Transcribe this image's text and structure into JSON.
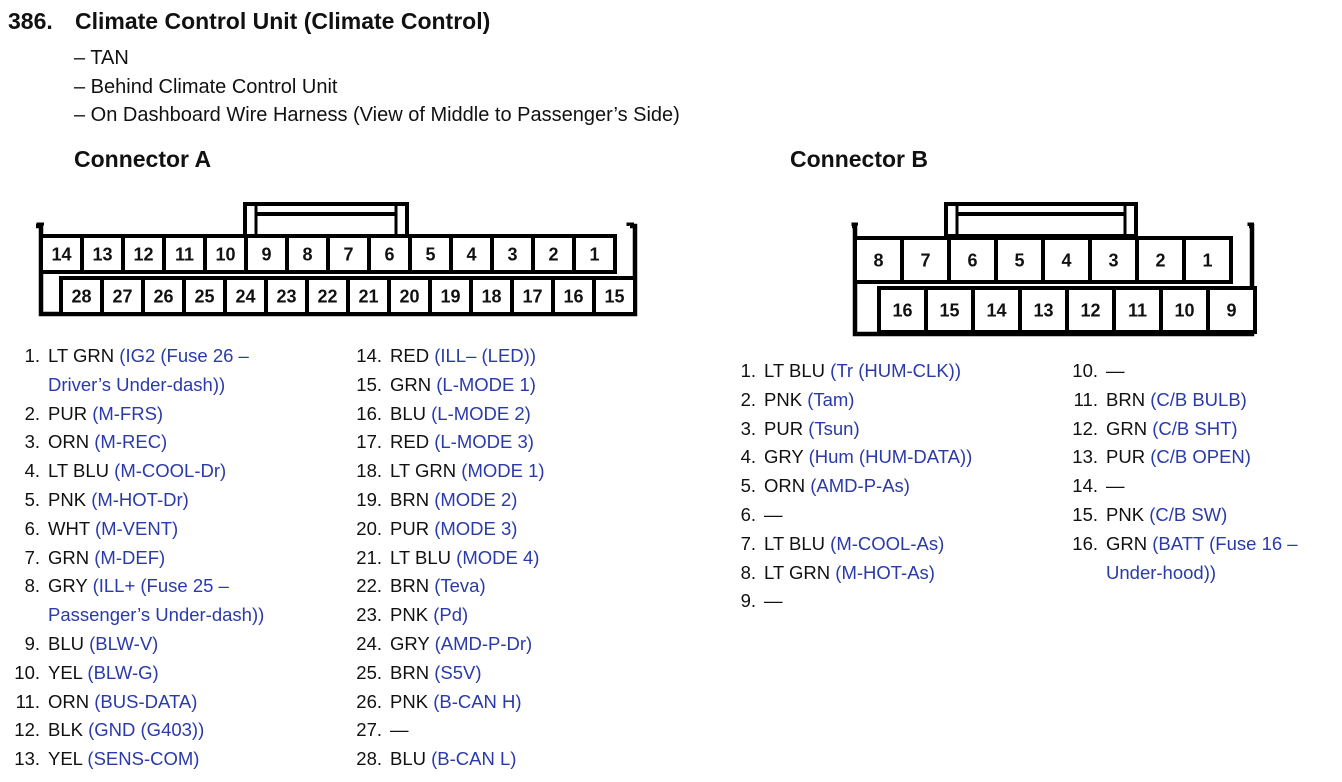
{
  "header": {
    "number": "386.",
    "title": "Climate Control Unit (Climate Control)",
    "details": [
      "– TAN",
      "– Behind Climate Control Unit",
      "– On Dashboard Wire Harness (View of Middle to Passenger’s Side)"
    ]
  },
  "connector_a": {
    "title": "Connector A",
    "top_row": [
      "14",
      "13",
      "12",
      "11",
      "10",
      "9",
      "8",
      "7",
      "6",
      "5",
      "4",
      "3",
      "2",
      "1"
    ],
    "bottom_row": [
      "28",
      "27",
      "26",
      "25",
      "24",
      "23",
      "22",
      "21",
      "20",
      "19",
      "18",
      "17",
      "16",
      "15"
    ],
    "pins_col1": [
      {
        "num": "1.",
        "color": "LT GRN",
        "function": "(IG2 (Fuse 26 – Driver’s Under-dash))"
      },
      {
        "num": "2.",
        "color": "PUR",
        "function": "(M-FRS)"
      },
      {
        "num": "3.",
        "color": "ORN",
        "function": "(M-REC)"
      },
      {
        "num": "4.",
        "color": "LT BLU",
        "function": "(M-COOL-Dr)"
      },
      {
        "num": "5.",
        "color": "PNK",
        "function": "(M-HOT-Dr)"
      },
      {
        "num": "6.",
        "color": "WHT",
        "function": "(M-VENT)"
      },
      {
        "num": "7.",
        "color": "GRN",
        "function": "(M-DEF)"
      },
      {
        "num": "8.",
        "color": "GRY",
        "function": "(ILL+ (Fuse 25 – Passenger’s Under-dash))"
      },
      {
        "num": "9.",
        "color": "BLU",
        "function": "(BLW-V)"
      },
      {
        "num": "10.",
        "color": "YEL",
        "function": "(BLW-G)"
      },
      {
        "num": "11.",
        "color": "ORN",
        "function": "(BUS-DATA)"
      },
      {
        "num": "12.",
        "color": "BLK",
        "function": "(GND (G403))"
      },
      {
        "num": "13.",
        "color": "YEL",
        "function": "(SENS-COM)"
      }
    ],
    "pins_col2": [
      {
        "num": "14.",
        "color": "RED",
        "function": "(ILL– (LED))"
      },
      {
        "num": "15.",
        "color": "GRN",
        "function": "(L-MODE 1)"
      },
      {
        "num": "16.",
        "color": "BLU",
        "function": "(L-MODE 2)"
      },
      {
        "num": "17.",
        "color": "RED",
        "function": "(L-MODE 3)"
      },
      {
        "num": "18.",
        "color": "LT GRN",
        "function": "(MODE 1)"
      },
      {
        "num": "19.",
        "color": "BRN",
        "function": "(MODE 2)"
      },
      {
        "num": "20.",
        "color": "PUR",
        "function": "(MODE 3)"
      },
      {
        "num": "21.",
        "color": "LT BLU",
        "function": "(MODE 4)"
      },
      {
        "num": "22.",
        "color": "BRN",
        "function": "(Teva)"
      },
      {
        "num": "23.",
        "color": "PNK",
        "function": "(Pd)"
      },
      {
        "num": "24.",
        "color": "GRY",
        "function": "(AMD-P-Dr)"
      },
      {
        "num": "25.",
        "color": "BRN",
        "function": "(S5V)"
      },
      {
        "num": "26.",
        "color": "PNK",
        "function": "(B-CAN H)"
      },
      {
        "num": "27.",
        "color": "—",
        "function": ""
      },
      {
        "num": "28.",
        "color": "BLU",
        "function": "(B-CAN L)"
      }
    ]
  },
  "connector_b": {
    "title": "Connector B",
    "top_row": [
      "8",
      "7",
      "6",
      "5",
      "4",
      "3",
      "2",
      "1"
    ],
    "bottom_row": [
      "16",
      "15",
      "14",
      "13",
      "12",
      "11",
      "10",
      "9"
    ],
    "pins_col1": [
      {
        "num": "1.",
        "color": "LT BLU",
        "function": "(Tr (HUM-CLK))"
      },
      {
        "num": "2.",
        "color": "PNK",
        "function": "(Tam)"
      },
      {
        "num": "3.",
        "color": "PUR",
        "function": "(Tsun)"
      },
      {
        "num": "4.",
        "color": "GRY",
        "function": "(Hum (HUM-DATA))"
      },
      {
        "num": "5.",
        "color": "ORN",
        "function": "(AMD-P-As)"
      },
      {
        "num": "6.",
        "color": "—",
        "function": ""
      },
      {
        "num": "7.",
        "color": "LT BLU",
        "function": "(M-COOL-As)"
      },
      {
        "num": "8.",
        "color": "LT GRN",
        "function": "(M-HOT-As)"
      },
      {
        "num": "9.",
        "color": "—",
        "function": ""
      }
    ],
    "pins_col2": [
      {
        "num": "10.",
        "color": "—",
        "function": ""
      },
      {
        "num": "11.",
        "color": "BRN",
        "function": "(C/B BULB)"
      },
      {
        "num": "12.",
        "color": "GRN",
        "function": "(C/B SHT)"
      },
      {
        "num": "13.",
        "color": "PUR",
        "function": "(C/B OPEN)"
      },
      {
        "num": "14.",
        "color": "—",
        "function": ""
      },
      {
        "num": "15.",
        "color": "PNK",
        "function": "(C/B SW)"
      },
      {
        "num": "16.",
        "color": "GRN",
        "function": "(BATT (Fuse 16 – Under-hood))"
      }
    ]
  },
  "colors": {
    "text": "#111111",
    "function_text": "#2a3aa8",
    "connector_outline": "#000000"
  }
}
